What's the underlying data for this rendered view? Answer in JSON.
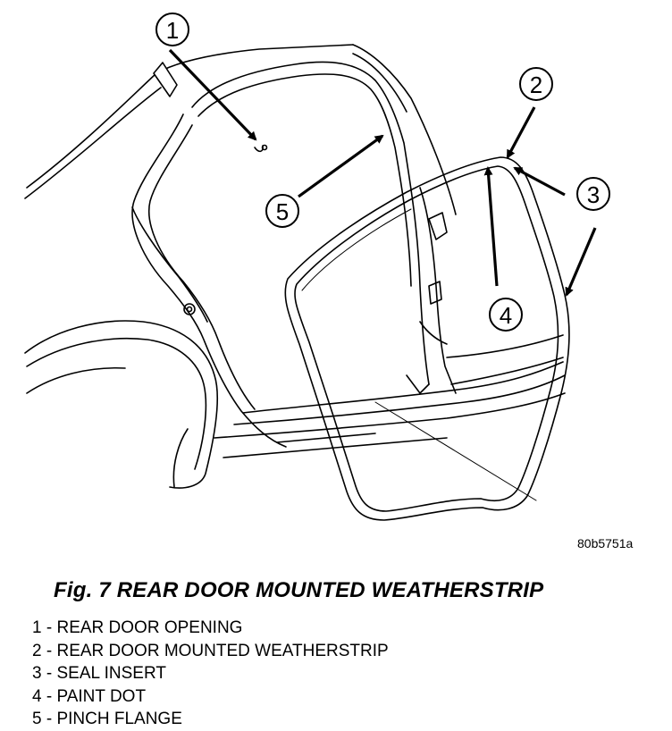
{
  "figure": {
    "code": "80b5751a",
    "caption": "Fig. 7 REAR DOOR MOUNTED WEATHERSTRIP"
  },
  "callouts": [
    {
      "number": "1",
      "label": "REAR DOOR OPENING"
    },
    {
      "number": "2",
      "label": "REAR DOOR MOUNTED WEATHERSTRIP"
    },
    {
      "number": "3",
      "label": "SEAL INSERT"
    },
    {
      "number": "4",
      "label": "PAINT DOT"
    },
    {
      "number": "5",
      "label": "PINCH FLANGE"
    }
  ],
  "legend_separator": " - "
}
